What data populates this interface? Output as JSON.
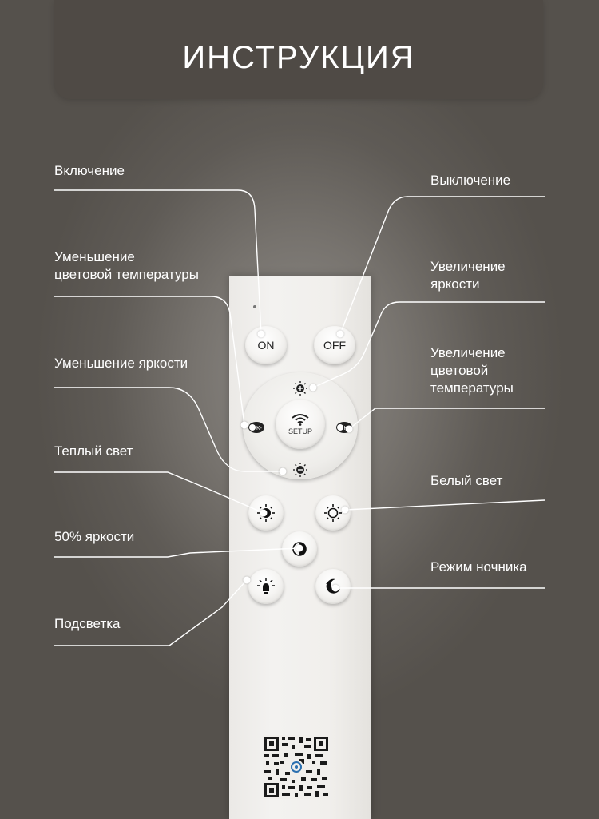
{
  "title": "ИНСТРУКЦИЯ",
  "labels": {
    "on": "Включение",
    "off": "Выключение",
    "cct_down": "Уменьшение\nцветовой температуры",
    "bright_up": "Увеличение\nяркости",
    "bright_down": "Уменьшение яркости",
    "cct_up": "Увеличение\nцветовой\nтемпературы",
    "warm": "Теплый свет",
    "white": "Белый свет",
    "half": "50% яркости",
    "night": "Режим ночника",
    "backlight": "Подсветка"
  },
  "buttons": {
    "on": "ON",
    "off": "OFF",
    "setup": "SETUP"
  },
  "colors": {
    "background": "#77736e",
    "title_bar": "#4f4a45",
    "remote": "#f1efec",
    "text": "#ffffff"
  },
  "icons": [
    "wifi-icon",
    "sun-plus-icon",
    "sun-minus-icon",
    "cct-minus-icon",
    "cct-plus-icon",
    "warm-sun-icon",
    "white-sun-icon",
    "half-circle-icon",
    "lamp-icon",
    "moon-star-icon",
    "qr-code-icon"
  ]
}
